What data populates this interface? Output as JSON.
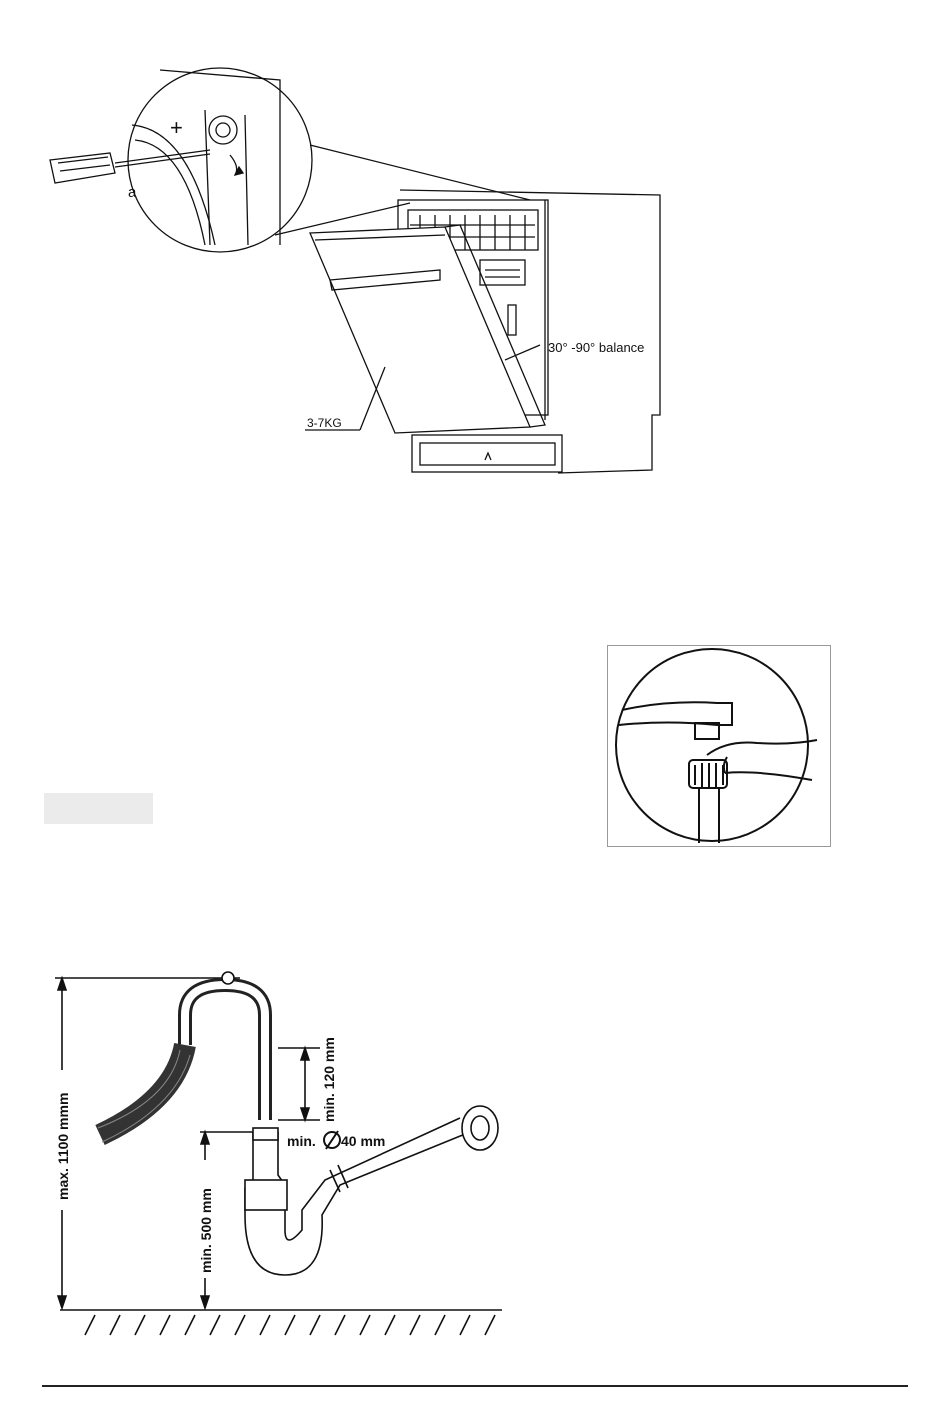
{
  "figure_door": {
    "label_a": "a",
    "label_plus": "+",
    "label_angle": "30° -90° balance",
    "label_weight": "3-7KG"
  },
  "figure_drain": {
    "label_max_height": "max. 1100 mmm",
    "label_min_120": "min. 120 mm",
    "label_min_diameter": "min.",
    "label_diameter_value": "40 mm",
    "label_min_500": "min. 500 mm"
  },
  "icons": {
    "door": "dishwasher-door-spring-adjustment-icon",
    "tap": "tap-hose-connection-icon",
    "drain": "drain-hose-siphon-icon"
  }
}
